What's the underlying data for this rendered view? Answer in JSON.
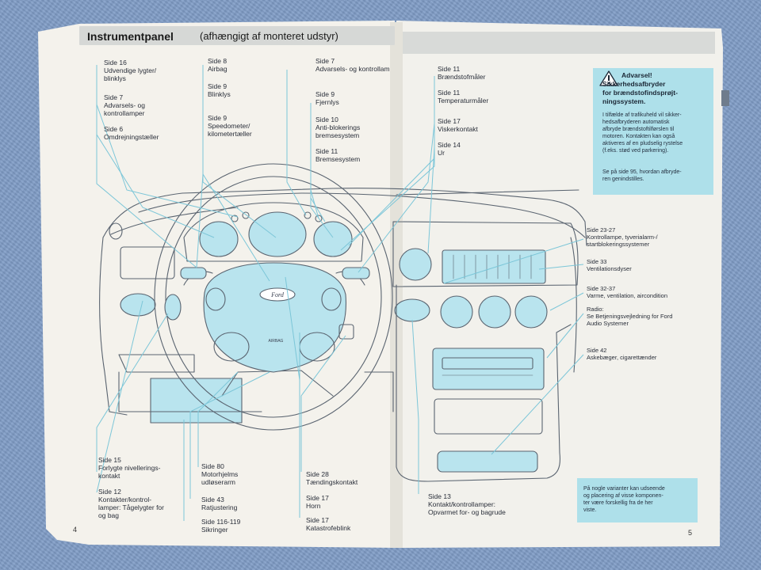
{
  "title": {
    "main": "Instrumentpanel",
    "sub": "(afhængigt af monteret udstyr)"
  },
  "callouts": [
    {
      "id": "c1",
      "lines": [
        "Side 16",
        "Udvendige lygter/",
        "blinklys"
      ]
    },
    {
      "id": "c2",
      "lines": [
        "Side 7",
        "Advarsels- og",
        "kontrollamper"
      ]
    },
    {
      "id": "c3",
      "lines": [
        "Side 6",
        "Omdrejningstæller"
      ]
    },
    {
      "id": "c4",
      "lines": [
        "Side 8",
        "Airbag"
      ]
    },
    {
      "id": "c5",
      "lines": [
        "Side 9",
        "Blinklys"
      ]
    },
    {
      "id": "c6",
      "lines": [
        "Side 9",
        "Speedometer/",
        "kilometertæller"
      ]
    },
    {
      "id": "c7",
      "lines": [
        "Side 7",
        "Advarsels- og kontrollam"
      ]
    },
    {
      "id": "c8",
      "lines": [
        "Side 9",
        "Fjernlys"
      ]
    },
    {
      "id": "c9",
      "lines": [
        "Side 10",
        "Anti-blokerings",
        "bremsesystem"
      ]
    },
    {
      "id": "c10",
      "lines": [
        "Side 11",
        "Bremsesystem"
      ]
    },
    {
      "id": "c11",
      "lines": [
        "Side 11",
        "Brændstofmåler"
      ]
    },
    {
      "id": "c12",
      "lines": [
        "Side 11",
        "Temperaturmåler"
      ]
    },
    {
      "id": "c13",
      "lines": [
        "Side 17",
        "Viskerkontakt"
      ]
    },
    {
      "id": "c14",
      "lines": [
        "Side 14",
        "Ur"
      ]
    },
    {
      "id": "c15",
      "lines": [
        "Side 23-27",
        "Kontrollampe, tyverialarm-/",
        "startblokeringssystemer"
      ]
    },
    {
      "id": "c16",
      "lines": [
        "Side 33",
        "Ventilationsdyser"
      ]
    },
    {
      "id": "c17",
      "lines": [
        "Side 32-37",
        "Varme, ventilation, aircondition"
      ]
    },
    {
      "id": "c18",
      "lines": [
        "Radio:",
        "Se Betjeningsvejledning for Ford",
        "Audio Systemer"
      ]
    },
    {
      "id": "c19",
      "lines": [
        "Side 42",
        "Askebæger, cigarettænder"
      ]
    },
    {
      "id": "c20",
      "lines": [
        "Side 15",
        "Forlygte nivellerings-",
        "kontakt"
      ]
    },
    {
      "id": "c21",
      "lines": [
        "Side 12",
        "Kontakter/kontrol-",
        "lamper: Tågelygter for",
        "og bag"
      ]
    },
    {
      "id": "c22",
      "lines": [
        "Side 80",
        "Motorhjelms",
        "udløserarm"
      ]
    },
    {
      "id": "c23",
      "lines": [
        "Side 43",
        "Ratjustering"
      ]
    },
    {
      "id": "c24",
      "lines": [
        "Side 116-119",
        "Sikringer"
      ]
    },
    {
      "id": "c25",
      "lines": [
        "Side 28",
        "Tændingskontakt"
      ]
    },
    {
      "id": "c26",
      "lines": [
        "Side 17",
        "Horn"
      ]
    },
    {
      "id": "c27",
      "lines": [
        "Side 17",
        "Katastrofeblink"
      ]
    },
    {
      "id": "c28",
      "lines": [
        "Side 13",
        "Kontakt/kontrollamper:",
        "Opvarmet for- og bagrude"
      ]
    }
  ],
  "warning": {
    "title_lines": [
      "Advarsel!",
      "Sikkerhedsafbryder",
      "for brændstofindsprøjt-",
      "ningssystem."
    ],
    "body_lines": [
      "I tilfælde af trafikuheld vil sikker-",
      "hedsafbryderen automatisk",
      "afbryde brændstoftilførslen til",
      "motoren. Kontakten kan også",
      "aktiveres af en pludselig rystelse",
      "(f.eks. stød ved parkering).",
      "",
      "Se på side 95, hvordan afbryde-",
      "ren genindstilles."
    ],
    "icon": "warning-triangle-icon"
  },
  "note": {
    "lines": [
      "På nogle varianter kan udseende",
      "og placering af visse komponen-",
      "ter være forskellig fra de her",
      "viste."
    ]
  },
  "diagram_labels": {
    "steering_logo": "Ford",
    "airbag_label": "AIRBAG"
  },
  "page_numbers": {
    "left": "4",
    "right": "5"
  },
  "colors": {
    "line_blue": "#7cc6d8",
    "box_blue": "#aee0ea",
    "fill_blue": "#b9e4ee",
    "paper": "#f4f2ec",
    "drawing": "#5a6470"
  }
}
